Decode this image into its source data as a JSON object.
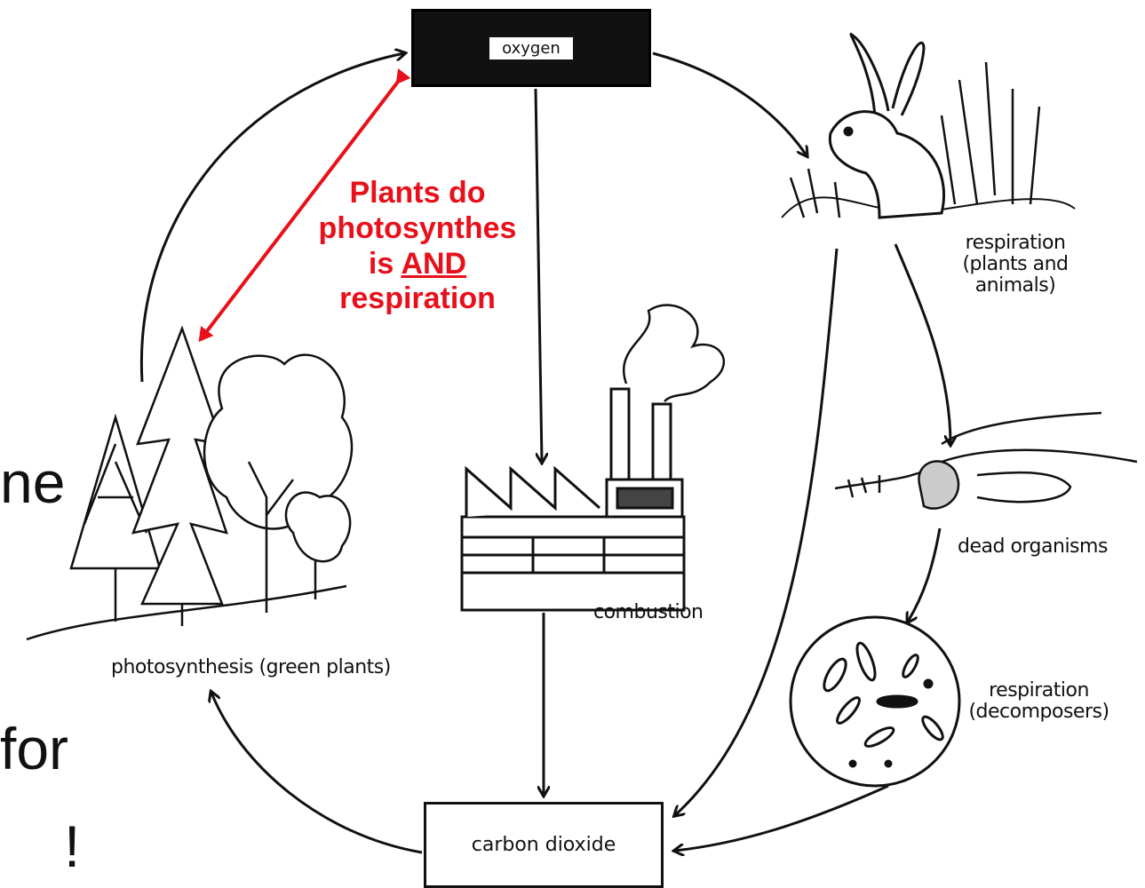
{
  "nodes": {
    "oxygen": "oxygen",
    "carbon_dioxide": "carbon dioxide",
    "photosynthesis": "photosynthesis (green plants)",
    "combustion": "combustion",
    "respiration_plants_animals": [
      "respiration",
      "(plants and",
      "animals)"
    ],
    "dead_organisms": "dead organisms",
    "respiration_decomposers": [
      "respiration",
      "(decomposers)"
    ]
  },
  "annotation": {
    "line1": "Plants do",
    "line2": "photosynthes",
    "line3_prefix": "is ",
    "line3_emph": "AND",
    "line4": "respiration",
    "color": "#e8101a"
  },
  "slide_fragments": {
    "frag1": "ne",
    "frag2": "for",
    "frag3": "!"
  }
}
